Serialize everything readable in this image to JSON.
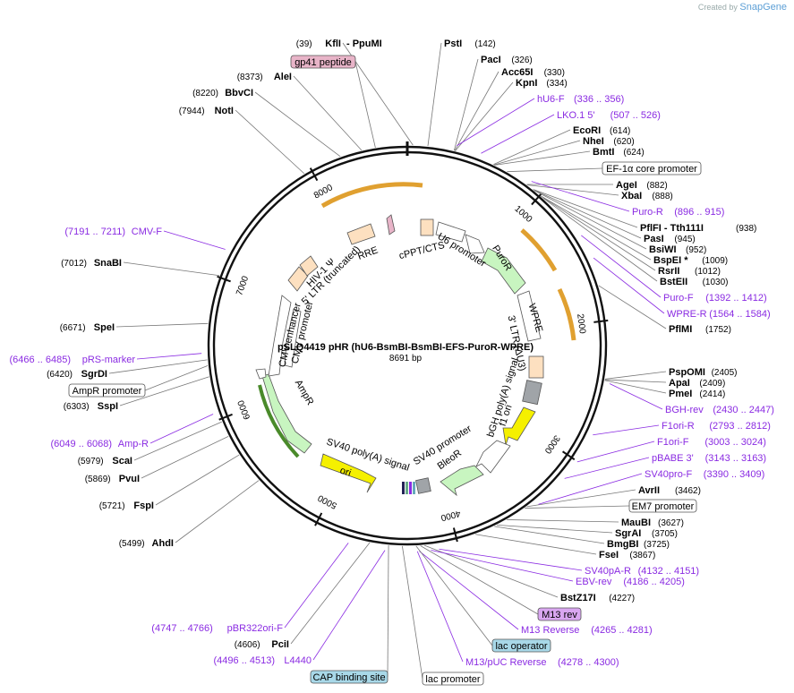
{
  "credit": {
    "prefix": "Created by",
    "brand": "SnapGene"
  },
  "plasmid": {
    "name": "pSLQ4419 pHR (hU6-BsmBI-BsmBI-EFS-PuroR-WPRE)",
    "size": "8691 bp",
    "length": 8691
  },
  "ticks": [
    "1000",
    "2000",
    "3000",
    "4000",
    "5000",
    "6000",
    "7000",
    "8000"
  ],
  "sites": [
    {
      "name": "KflI",
      "pos": "(39)",
      "extra": "- PpuMI"
    },
    {
      "name": "PstI",
      "pos": "(142)"
    },
    {
      "name": "PacI",
      "pos": "(326)"
    },
    {
      "name": "Acc65I",
      "pos": "(330)"
    },
    {
      "name": "KpnI",
      "pos": "(334)"
    },
    {
      "name": "EcoRI",
      "pos": "(614)"
    },
    {
      "name": "NheI",
      "pos": "(620)"
    },
    {
      "name": "BmtI",
      "pos": "(624)"
    },
    {
      "name": "AgeI",
      "pos": "(882)"
    },
    {
      "name": "XbaI",
      "pos": "(888)"
    },
    {
      "name": "PflFI - Tth111I",
      "pos": "(938)"
    },
    {
      "name": "PasI",
      "pos": "(945)"
    },
    {
      "name": "BsiWI",
      "pos": "(952)"
    },
    {
      "name": "BspEI *",
      "pos": "(1009)"
    },
    {
      "name": "RsrII",
      "pos": "(1012)"
    },
    {
      "name": "BstEII",
      "pos": "(1030)"
    },
    {
      "name": "PflMI",
      "pos": "(1752)"
    },
    {
      "name": "PspOMI",
      "pos": "(2405)"
    },
    {
      "name": "ApaI",
      "pos": "(2409)"
    },
    {
      "name": "PmeI",
      "pos": "(2414)"
    },
    {
      "name": "AvrII",
      "pos": "(3462)"
    },
    {
      "name": "MauBI",
      "pos": "(3627)"
    },
    {
      "name": "SgrAI",
      "pos": "(3705)"
    },
    {
      "name": "BmgBI",
      "pos": "(3725)"
    },
    {
      "name": "FseI",
      "pos": "(3867)"
    },
    {
      "name": "BstZ17I",
      "pos": "(4227)"
    },
    {
      "name": "PciI",
      "pos": "(4606)"
    },
    {
      "name": "AhdI",
      "pos": "(5499)"
    },
    {
      "name": "FspI",
      "pos": "(5721)"
    },
    {
      "name": "PvuI",
      "pos": "(5869)"
    },
    {
      "name": "ScaI",
      "pos": "(5979)"
    },
    {
      "name": "SspI",
      "pos": "(6303)"
    },
    {
      "name": "SgrDI",
      "pos": "(6420)"
    },
    {
      "name": "SpeI",
      "pos": "(6671)"
    },
    {
      "name": "SnaBI",
      "pos": "(7012)"
    },
    {
      "name": "NotI",
      "pos": "(7944)"
    },
    {
      "name": "BbvCI",
      "pos": "(8220)"
    },
    {
      "name": "AleI",
      "pos": "(8373)"
    }
  ],
  "primers": [
    {
      "name": "hU6-F",
      "range": "(336 .. 356)"
    },
    {
      "name": "LKO.1 5'",
      "range": "(507 .. 526)"
    },
    {
      "name": "Puro-R",
      "range": "(896 .. 915)"
    },
    {
      "name": "Puro-F",
      "range": "(1392 .. 1412)"
    },
    {
      "name": "WPRE-R",
      "range": "(1564 .. 1584)"
    },
    {
      "name": "BGH-rev",
      "range": "(2430 .. 2447)"
    },
    {
      "name": "F1ori-R",
      "range": "(2793 .. 2812)"
    },
    {
      "name": "F1ori-F",
      "range": "(3003 .. 3024)"
    },
    {
      "name": "pBABE 3'",
      "range": "(3143 .. 3163)"
    },
    {
      "name": "SV40pro-F",
      "range": "(3390 .. 3409)"
    },
    {
      "name": "SV40pA-R",
      "range": "(4132 .. 4151)"
    },
    {
      "name": "EBV-rev",
      "range": "(4186 .. 4205)"
    },
    {
      "name": "M13 Reverse",
      "range": "(4265 .. 4281)"
    },
    {
      "name": "M13/pUC Reverse",
      "range": "(4278 .. 4300)"
    },
    {
      "name": "L4440",
      "range": "(4496 .. 4513)"
    },
    {
      "name": "pBR322ori-F",
      "range": "(4747 .. 4766)"
    },
    {
      "name": "Amp-R",
      "range": "(6049 .. 6068)"
    },
    {
      "name": "pRS-marker",
      "range": "(6466 .. 6485)"
    },
    {
      "name": "CMV-F",
      "range": "(7191 .. 7211)"
    }
  ],
  "boxed_labels": [
    {
      "text": "gp41 peptide",
      "fill": "#e8b4c8"
    },
    {
      "text": "EF-1α core promoter",
      "fill": "#ffffff"
    },
    {
      "text": "EM7 promoter",
      "fill": "#ffffff"
    },
    {
      "text": "M13 rev",
      "fill": "#d9a6f0"
    },
    {
      "text": "lac operator",
      "fill": "#a8d8e8"
    },
    {
      "text": "lac promoter",
      "fill": "#ffffff"
    },
    {
      "text": "CAP binding site",
      "fill": "#a8d8e8"
    },
    {
      "text": "AmpR promoter",
      "fill": "#ffffff"
    }
  ],
  "features": [
    {
      "text": "U6 promoter"
    },
    {
      "text": "cPPT/CTS"
    },
    {
      "text": "PuroR"
    },
    {
      "text": "WPRE"
    },
    {
      "text": "3' LTR (ΔU3)"
    },
    {
      "text": "bGH poly(A) signal"
    },
    {
      "text": "f1 ori"
    },
    {
      "text": "SV40 promoter"
    },
    {
      "text": "BleoR"
    },
    {
      "text": "SV40 poly(A) signal"
    },
    {
      "text": "ori"
    },
    {
      "text": "AmpR"
    },
    {
      "text": "CMV enhancer"
    },
    {
      "text": "CMV promoter"
    },
    {
      "text": "5' LTR (truncated)"
    },
    {
      "text": "HIV-1 Ψ"
    },
    {
      "text": "RRE"
    }
  ],
  "colors": {
    "primer": "#8a2be2",
    "orf": "#c8f5c0",
    "promoter": "#ffffff",
    "ltr": "#fde0c0",
    "ori": "#f5f000",
    "polya": "#a0a4a8"
  }
}
